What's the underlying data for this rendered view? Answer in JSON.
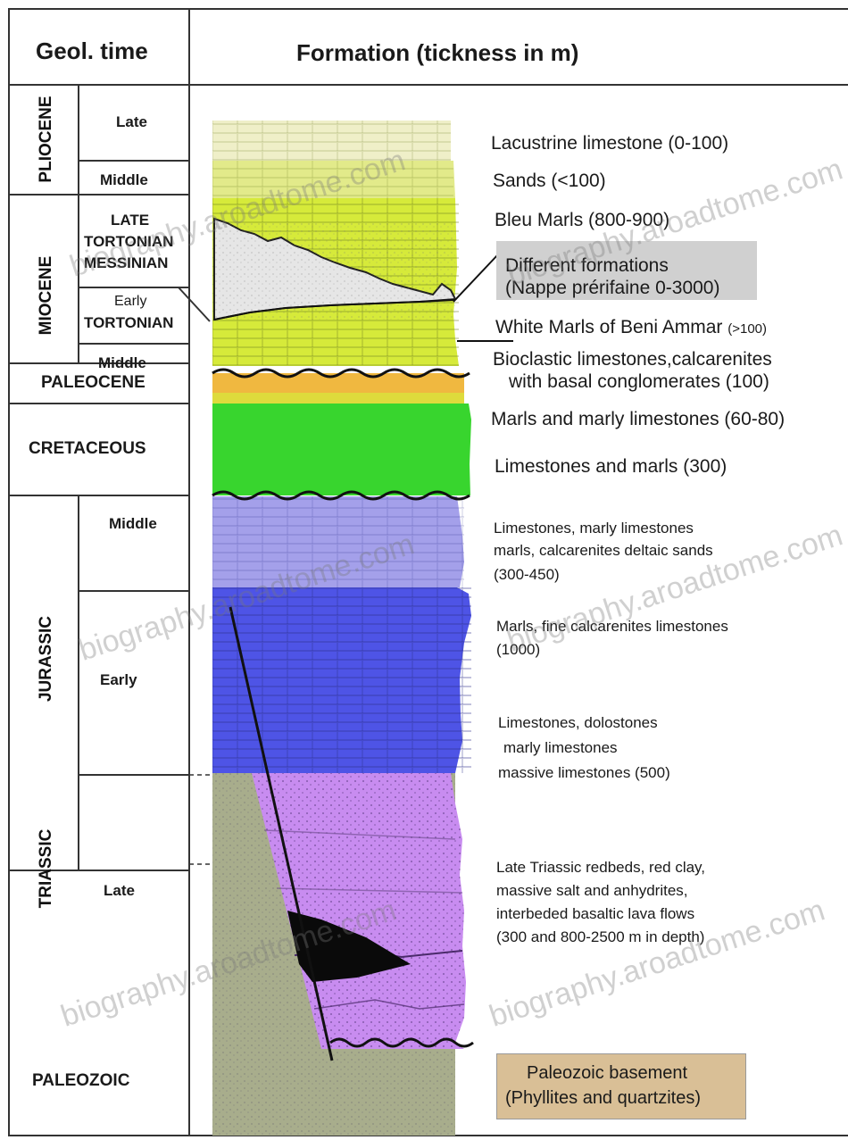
{
  "header": {
    "geol_time": "Geol. time",
    "formation": "Formation (tickness in m)"
  },
  "periods": {
    "pliocene": "PLIOCENE",
    "miocene": "MIOCENE",
    "paleocene": "PALEOCENE",
    "cretaceous": "CRETACEOUS",
    "jurassic": "JURASSIC",
    "triassic": "TRIASSIC",
    "paleozoic": "PALEOZOIC"
  },
  "epochs": {
    "pliocene_late": "Late",
    "pliocene_middle": "Middle",
    "miocene_late_1": "LATE",
    "miocene_late_2": "TORTONIAN",
    "miocene_late_3": "MESSINIAN",
    "miocene_early_1": "Early",
    "miocene_early_2": "TORTONIAN",
    "miocene_middle": "Middle",
    "jurassic_middle": "Middle",
    "jurassic_early": "Early",
    "triassic_late": "Late"
  },
  "formations": {
    "f1": "Lacustrine limestone (0-100)",
    "f2": "Sands (<100)",
    "f3": "Bleu Marls (800-900)",
    "f4a": "Different formations",
    "f4b": "(Nappe prérifaine 0-3000)",
    "f5a": "White Marls of Beni Ammar ",
    "f5b": "(>100)",
    "f6a": "Bioclastic limestones,calcarenites",
    "f6b": "with basal conglomerates (100)",
    "f7": "Marls and marly limestones (60-80)",
    "f8": "Limestones and marls (300)",
    "f9a": "Limestones, marly limestones",
    "f9b": "marls, calcarenites deltaic sands",
    "f9c": "(300-450)",
    "f10a": "Marls, fine calcarenites limestones",
    "f10b": "(1000)",
    "f11a": "Limestones, dolostones",
    "f11b": "marly limestones",
    "f11c": "massive limestones (500)",
    "f12a": "Late Triassic redbeds, red clay,",
    "f12b": "massive salt and anhydrites,",
    "f12c": "interbeded basaltic lava flows",
    "f12d": "(300 and 800-2500 m in depth)",
    "f13a": "Paleozoic basement",
    "f13b": "(Phyllites and quartzites)"
  },
  "watermark": "biography.aroadtome.com",
  "colors": {
    "lacustrine": "#efefc8",
    "sands": "#e2ea8a",
    "blue_marls": "#d6ea3a",
    "white_marls": "#e8e8e8",
    "bioclastic": "#d8ec20",
    "paleocene": "#f0b840",
    "cretaceous": "#38d52e",
    "jurassic_middle": "#a4a0ea",
    "jurassic_early": "#4e54e6",
    "triassic": "#c88cf0",
    "paleozoic": "#a8ad8c",
    "basement_box": "#d9bf96",
    "different_box": "#d0d0d0"
  }
}
